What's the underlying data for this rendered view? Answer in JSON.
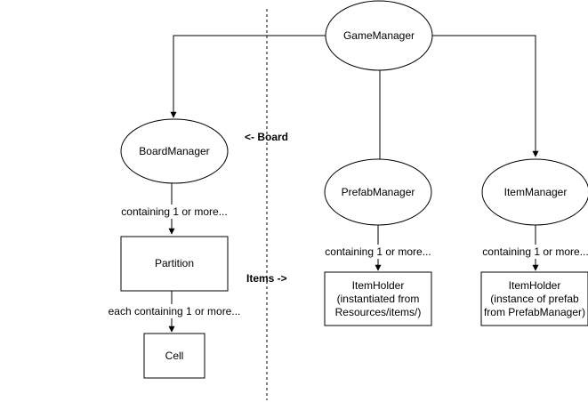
{
  "nodes": {
    "game_manager": "GameManager",
    "board_manager": "BoardManager",
    "prefab_manager": "PrefabManager",
    "item_manager": "ItemManager",
    "partition": "Partition",
    "cell": "Cell",
    "item_holder_left": [
      "ItemHolder",
      "(instantiated from",
      "Resources/items/)"
    ],
    "item_holder_right": [
      "ItemHolder",
      "(instance of prefab",
      "from PrefabManager)"
    ]
  },
  "edge_labels": {
    "board_to_partition": "containing 1 or more...",
    "partition_to_cell": "each containing 1 or more...",
    "prefab_to_holder": "containing 1 or more...",
    "item_to_holder": "containing 1 or more..."
  },
  "annotations": {
    "board": "<- Board",
    "items": "Items ->"
  },
  "colors": {
    "stroke": "#000000",
    "fill": "#ffffff"
  }
}
